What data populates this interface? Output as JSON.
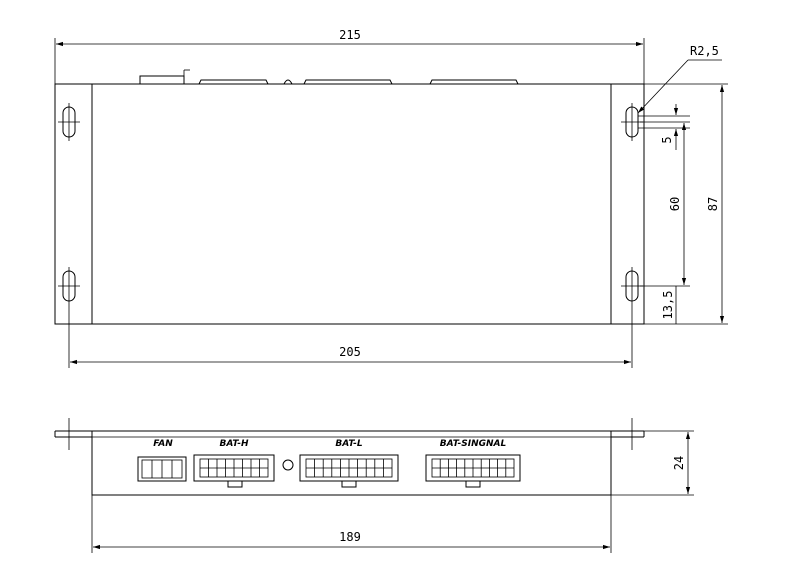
{
  "top_view": {
    "dimensions": {
      "overall_width": "215",
      "hole_spacing_width": "205",
      "corner_radius": "R2,5",
      "slot_length": "5",
      "hole_spacing_height": "60",
      "overall_height": "87",
      "edge_offset": "13,5"
    }
  },
  "front_view": {
    "connectors": {
      "fan": "FAN",
      "bat_h": "BAT-H",
      "bat_l": "BAT-L",
      "bat_signal": "BAT-SINGNAL"
    },
    "dimensions": {
      "body_width": "189",
      "height": "24"
    }
  }
}
